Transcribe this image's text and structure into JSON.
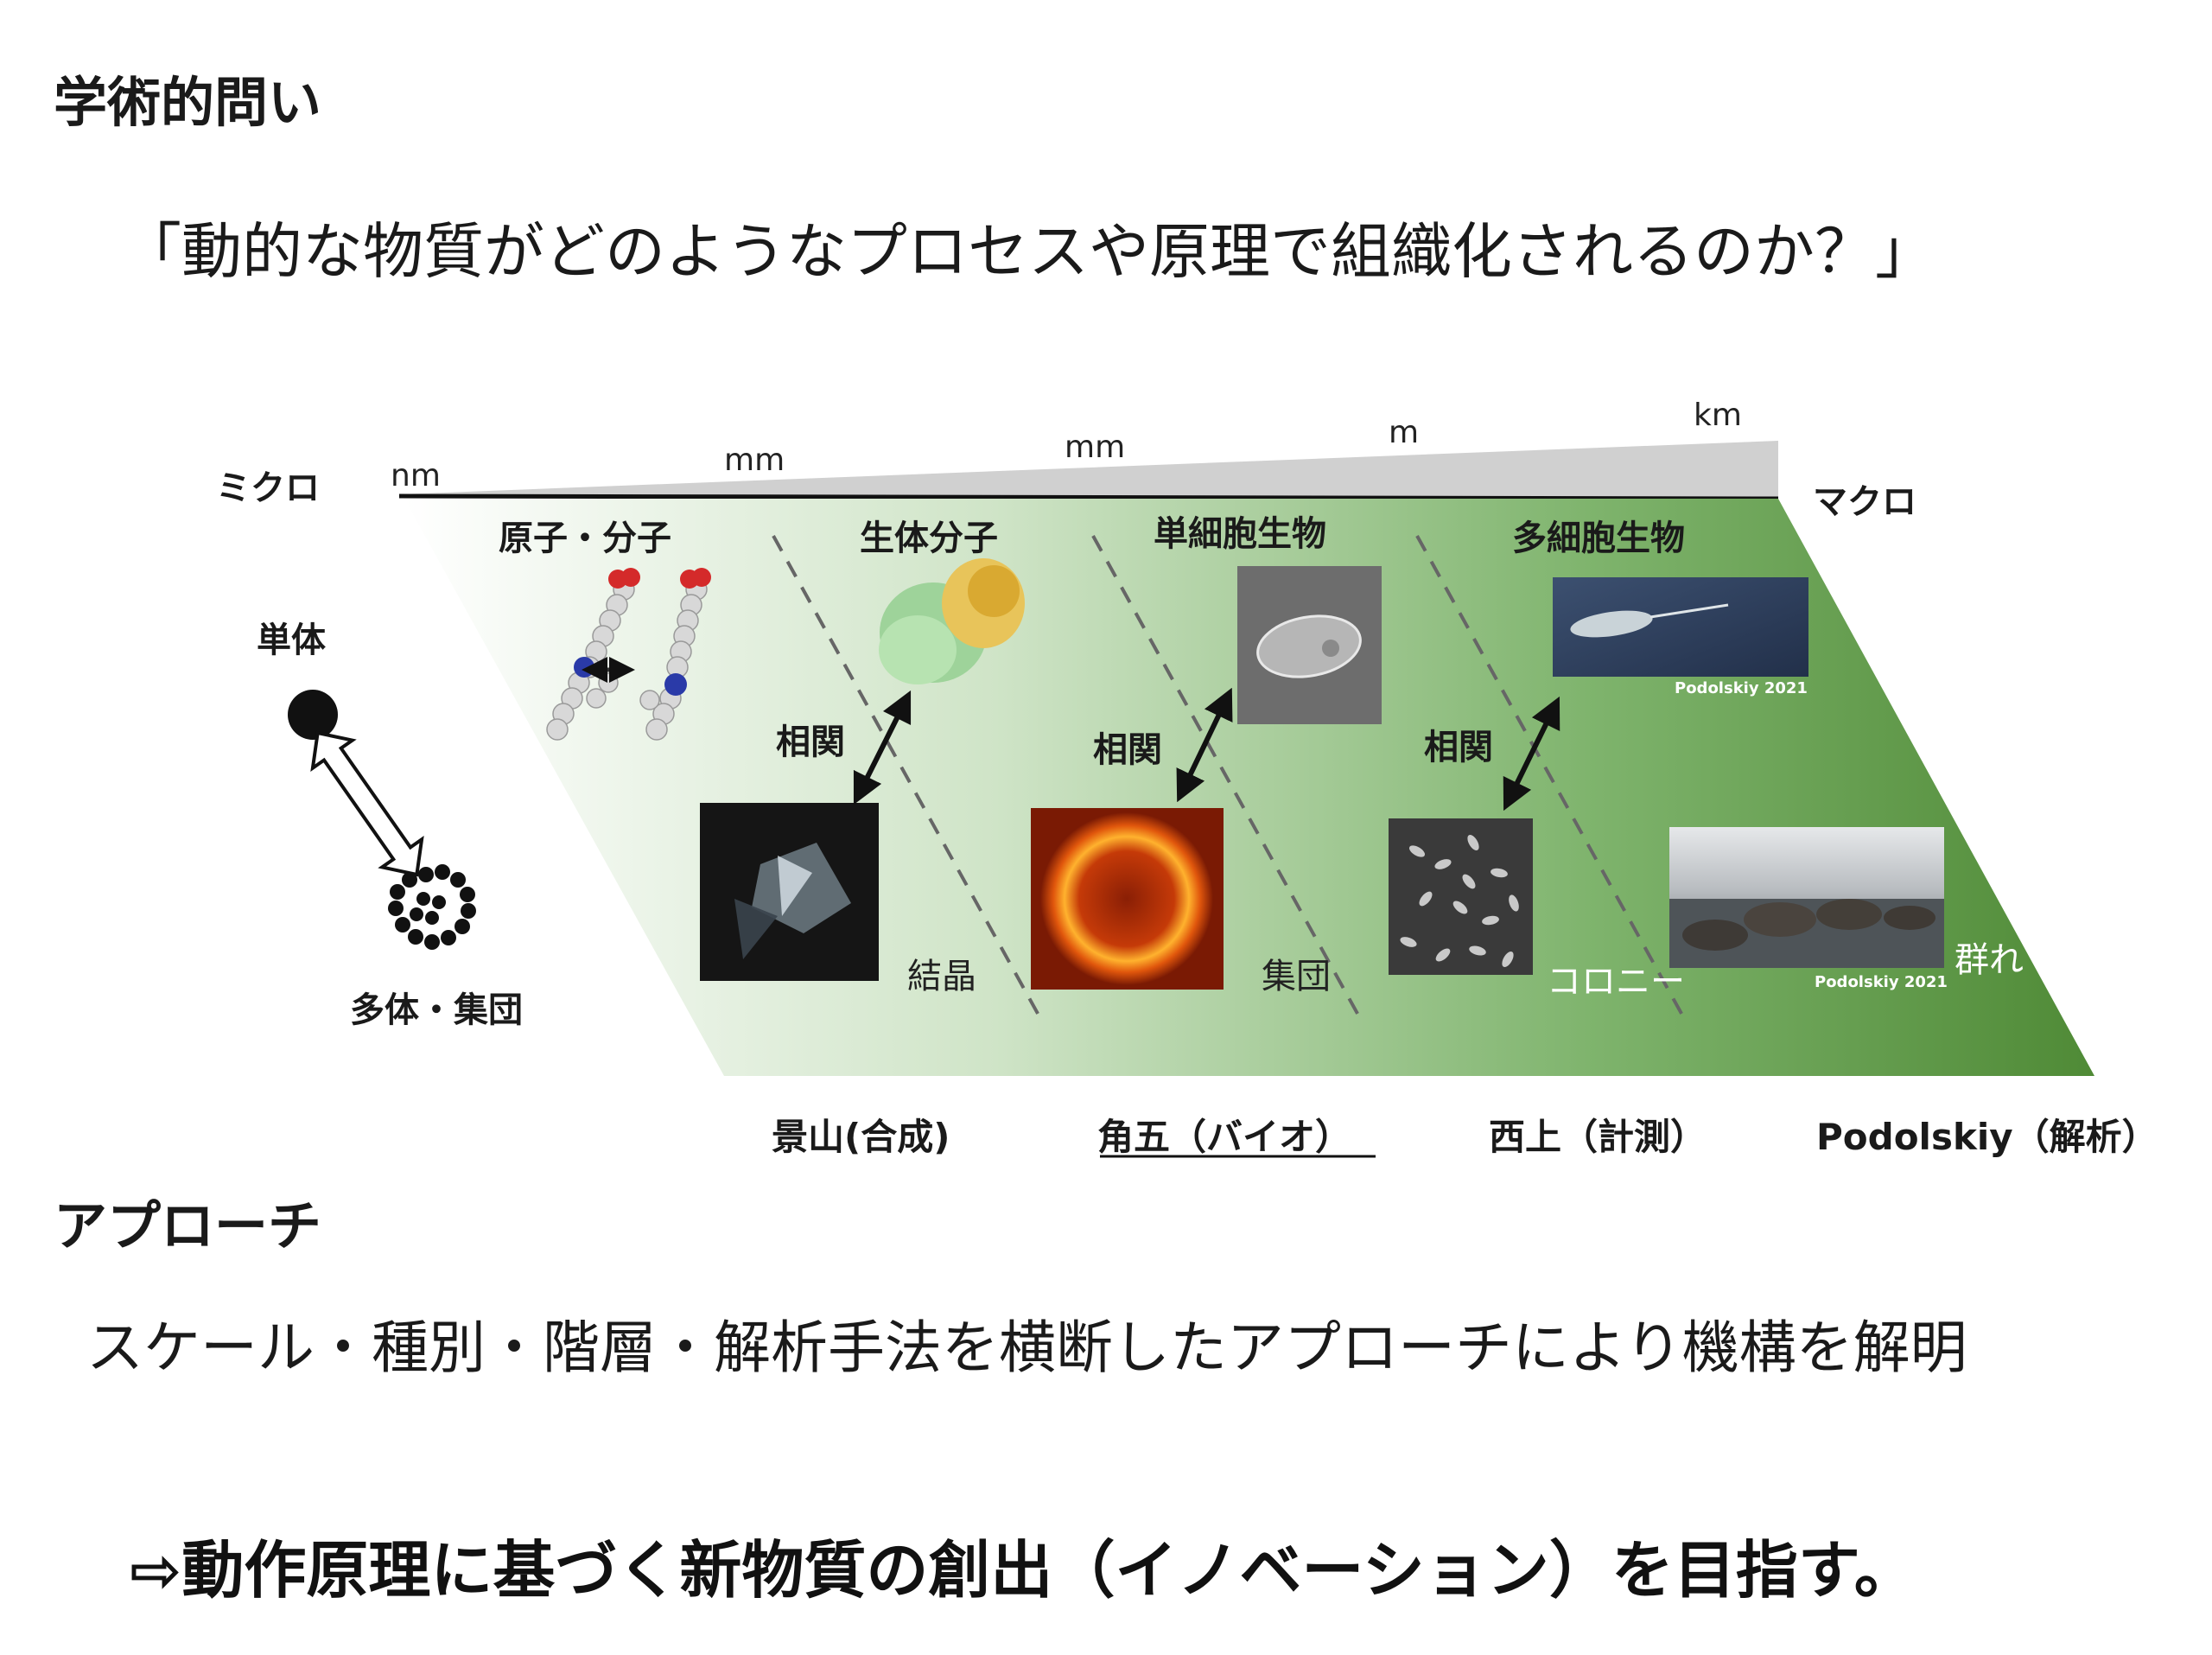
{
  "heading_question": "学術的問い",
  "question": "「動的な物質がどのようなプロセスや原理で組織化されるのか？」",
  "scale": {
    "left_label": "ミクロ",
    "right_label": "マクロ",
    "units": [
      "nm",
      "mm",
      "mm",
      "m",
      "km"
    ]
  },
  "states": {
    "single": "単体",
    "multi": "多体・集団"
  },
  "categories": [
    "原子・分子",
    "生体分子",
    "単細胞生物",
    "多細胞生物"
  ],
  "correlation_label": "相関",
  "collective_labels": [
    "結晶",
    "集団",
    "コロニー",
    "群れ"
  ],
  "credits": [
    "Podolskiy 2021",
    "Podolskiy 2021"
  ],
  "groups": [
    "景山(合成)",
    "角五（バイオ）",
    "西上（計測）",
    "Podolskiy（解析）"
  ],
  "heading_approach": "アプローチ",
  "approach": "スケール・種別・階層・解析手法を横断したアプローチにより機構を解明",
  "goal": "⇨動作原理に基づく新物質の創出（イノベーション）を目指す。"
}
